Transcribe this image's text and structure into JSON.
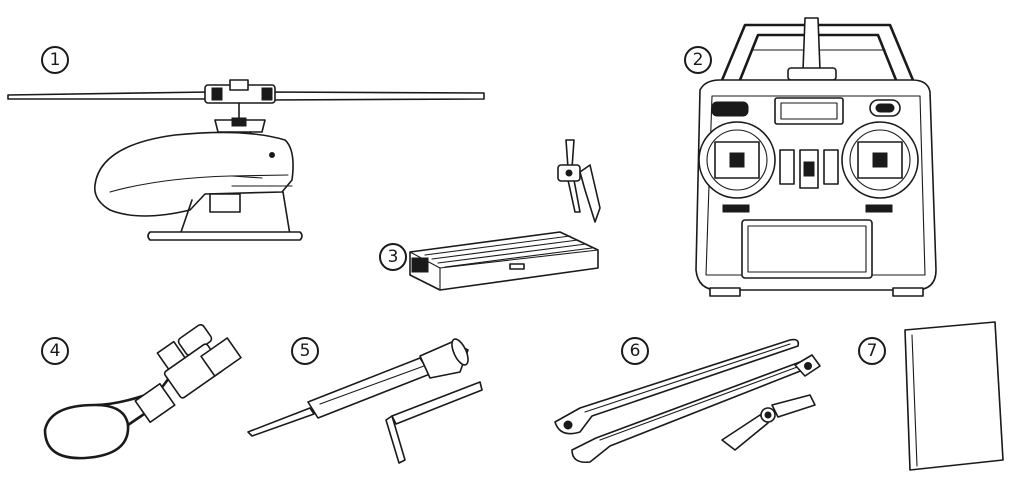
{
  "figure": {
    "items": [
      {
        "marker": "1",
        "label": ""
      },
      {
        "marker": "2",
        "label": ""
      },
      {
        "marker": "3",
        "label": ""
      },
      {
        "marker": "4",
        "label": ""
      },
      {
        "marker": "5",
        "label": ""
      },
      {
        "marker": "6",
        "label": ""
      },
      {
        "marker": "7",
        "label": ""
      }
    ]
  }
}
